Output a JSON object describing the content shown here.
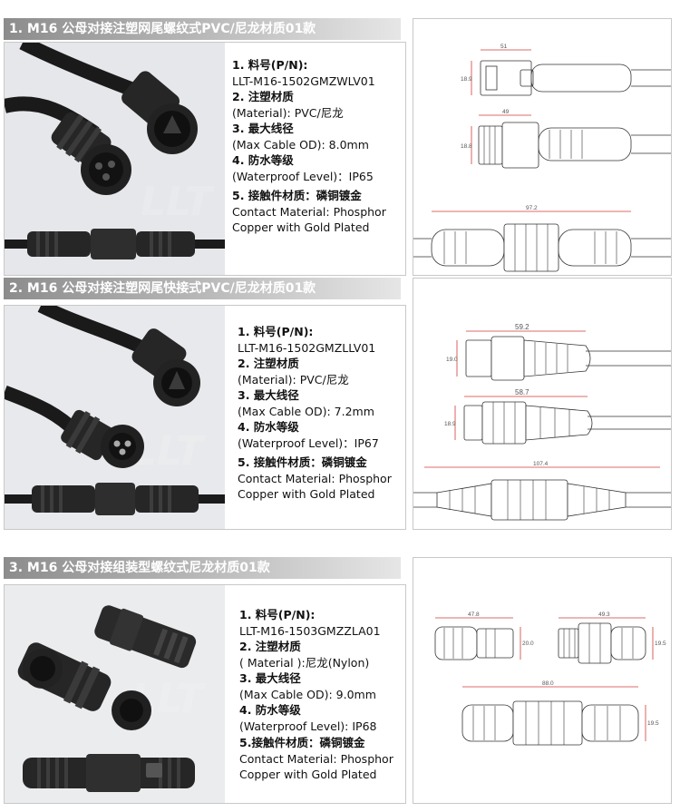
{
  "sections": [
    {
      "title": "1. M16 公母对接注塑网尾螺纹式PVC/尼龙材质01款",
      "specs": {
        "pn_label": "1. 料号(P/N):",
        "pn_value": "LLT-M16-1502GMZWLV01",
        "mat_label": "2. 注塑材质",
        "mat_value": "(Material): PVC/尼龙",
        "od_label": "3. 最大线径",
        "od_value": "(Max Cable OD): 8.0mm",
        "wp_label": "4. 防水等级",
        "wp_value": "(Waterproof Level)：IP65",
        "contact_label": "5. 接触件材质：磷铜镀金",
        "contact_value_1": "Contact Material: Phosphor",
        "contact_value_2": "Copper with Gold Plated"
      },
      "dims": {
        "a": "51",
        "a_h": "18.9",
        "b": "49",
        "b_h": "18.8",
        "total": "97.2"
      }
    },
    {
      "title": "2. M16 公母对接注塑网尾快接式PVC/尼龙材质01款",
      "specs": {
        "pn_label": "1. 料号(P/N):",
        "pn_value": "LLT-M16-1502GMZLLV01",
        "mat_label": "2. 注塑材质",
        "mat_value": "(Material): PVC/尼龙",
        "od_label": "3. 最大线径",
        "od_value": "(Max Cable OD): 7.2mm",
        "wp_label": "4. 防水等级",
        "wp_value": "(Waterproof Level)：IP67",
        "contact_label": "5. 接触件材质：磷铜镀金",
        "contact_value_1": "Contact Material: Phosphor",
        "contact_value_2": "Copper with Gold Plated"
      },
      "dims": {
        "a": "59.2",
        "a_h": "19.0",
        "b": "58.7",
        "b_h": "18.9",
        "total": "107.4"
      }
    },
    {
      "title": "3. M16 公母对接组装型螺纹式尼龙材质01款",
      "specs": {
        "pn_label": "1. 料号(P/N):",
        "pn_value": "LLT-M16-1503GMZZLA01",
        "mat_label": "2. 注塑材质",
        "mat_value": "( Material ):尼龙(Nylon)",
        "od_label": "3. 最大线径",
        "od_value": "(Max Cable OD): 9.0mm",
        "wp_label": "4. 防水等级",
        "wp_value": "(Waterproof Level): IP68",
        "contact_label": "5.接触件材质：磷铜镀金",
        "contact_value_1": "Contact Material: Phosphor",
        "contact_value_2": "Copper with Gold Plated"
      },
      "dims": {
        "a": "47.8",
        "a_h": "20.0",
        "b": "49.3",
        "b_h": "19.5",
        "total": "88.0",
        "total_h": "19.5"
      }
    }
  ],
  "watermark": "LLT",
  "colors": {
    "header_start": "#8c8c8c",
    "header_end": "#e6e6e6",
    "dimension_red": "#d23a3a",
    "connector": "#222222"
  }
}
